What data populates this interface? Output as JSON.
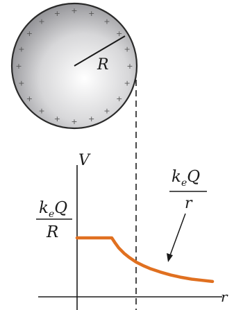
{
  "sphere": {
    "radius_label": "R",
    "charge_symbol": "+",
    "charge_count": 20
  },
  "chart_data": {
    "type": "line",
    "title": "",
    "xlabel": "r",
    "ylabel": "V",
    "ylim": [
      0,
      1.3
    ],
    "xlim": [
      0,
      4
    ],
    "annotations": {
      "inside": {
        "numerator": "k",
        "subscript": "e",
        "numer_tail": "Q",
        "denominator": "R"
      },
      "outside": {
        "numerator": "k",
        "subscript": "e",
        "numer_tail": "Q",
        "denominator": "r"
      }
    },
    "series": [
      {
        "values_x": [
          0,
          1.0,
          1.1,
          1.2,
          1.35,
          1.5,
          1.7,
          1.9,
          2.1,
          2.4,
          2.7,
          3.0,
          3.3,
          3.6,
          3.9
        ],
        "values_y": [
          1.0,
          1.0,
          0.91,
          0.83,
          0.74,
          0.67,
          0.59,
          0.53,
          0.48,
          0.42,
          0.37,
          0.33,
          0.3,
          0.28,
          0.26
        ]
      }
    ],
    "colors": {
      "curve": "#e07020",
      "axis": "#1a1a1a",
      "guide": "#1a1a1a"
    }
  }
}
